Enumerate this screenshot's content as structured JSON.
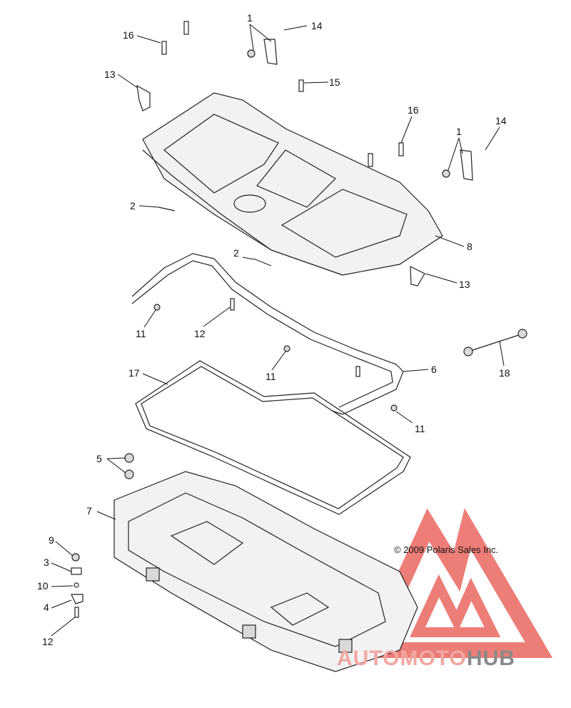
{
  "diagram": {
    "copyright": "© 2009 Polaris Sales Inc.",
    "watermark": {
      "part1": "AUTOMOTO",
      "part2": "HUB"
    },
    "callouts": [
      "16",
      "1",
      "14",
      "13",
      "15",
      "16",
      "1",
      "14",
      "2",
      "2",
      "8",
      "13",
      "11",
      "12",
      "11",
      "6",
      "18",
      "17",
      "11",
      "5",
      "7",
      "9",
      "3",
      "10",
      "4",
      "12"
    ]
  },
  "colors": {
    "watermark_red": "#e8524a",
    "watermark_grey": "#8a8a8a",
    "line": "#222222"
  }
}
